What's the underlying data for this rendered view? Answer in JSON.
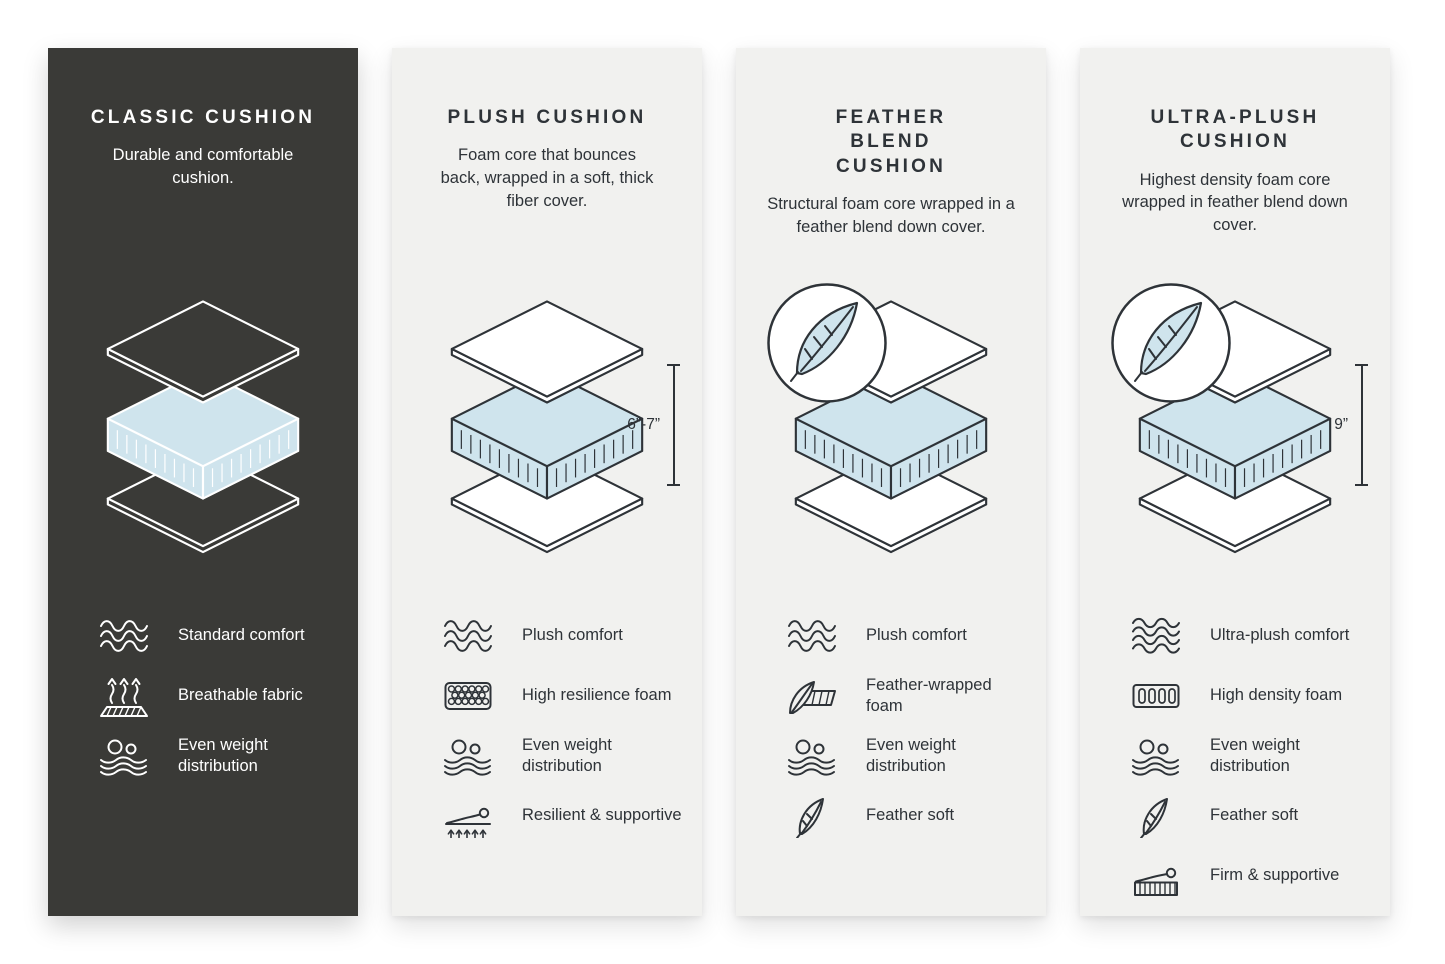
{
  "infographic": {
    "kind": "cushion-comparison",
    "colors": {
      "background": "#ffffff",
      "dark_panel": "#3a3a37",
      "light_panel": "#f1f1ef",
      "ink": "#2e3338",
      "foam_blue": "#cfe4ed"
    }
  },
  "panels": [
    {
      "id": "classic",
      "theme": "dark",
      "title": "CLASSIC CUSHION",
      "description": "Durable and comfortable cushion.",
      "illustration": "layered-cushion-diagram",
      "badge": null,
      "dimension": null,
      "features": [
        {
          "icon": "waves-icon",
          "label": "Standard comfort"
        },
        {
          "icon": "breathable-fabric-icon",
          "label": "Breathable fabric"
        },
        {
          "icon": "even-weight-icon",
          "label": "Even weight distribution"
        }
      ]
    },
    {
      "id": "plush",
      "theme": "light",
      "title": "PLUSH CUSHION",
      "description": "Foam core that bounces back, wrapped in a soft, thick fiber cover.",
      "illustration": "layered-cushion-diagram",
      "badge": null,
      "dimension": "6”-7”",
      "features": [
        {
          "icon": "waves-icon",
          "label": "Plush comfort"
        },
        {
          "icon": "honeycomb-foam-icon",
          "label": "High resilience foam"
        },
        {
          "icon": "even-weight-icon",
          "label": "Even weight distribution"
        },
        {
          "icon": "resilient-supportive-icon",
          "label": "Resilient & supportive"
        }
      ]
    },
    {
      "id": "feather-blend",
      "theme": "light",
      "title": "FEATHER BLEND CUSHION",
      "description": "Structural foam core wrapped in a feather blend down cover.",
      "illustration": "layered-cushion-diagram",
      "badge": "feather-badge",
      "dimension": null,
      "features": [
        {
          "icon": "waves-icon",
          "label": "Plush comfort"
        },
        {
          "icon": "feather-wrapped-foam-icon",
          "label": "Feather-wrapped foam"
        },
        {
          "icon": "even-weight-icon",
          "label": "Even weight distribution"
        },
        {
          "icon": "feather-icon",
          "label": "Feather soft"
        }
      ]
    },
    {
      "id": "ultra-plush",
      "theme": "light",
      "title": "ULTRA-PLUSH CUSHION",
      "description": "Highest density foam core wrapped in feather blend down cover.",
      "illustration": "layered-cushion-diagram",
      "badge": "feather-badge",
      "dimension": "9”",
      "features": [
        {
          "icon": "dense-waves-icon",
          "label": "Ultra-plush comfort"
        },
        {
          "icon": "density-foam-icon",
          "label": "High density foam"
        },
        {
          "icon": "even-weight-icon",
          "label": "Even weight distribution"
        },
        {
          "icon": "feather-icon",
          "label": "Feather soft"
        },
        {
          "icon": "firm-supportive-icon",
          "label": "Firm & supportive"
        }
      ]
    }
  ]
}
